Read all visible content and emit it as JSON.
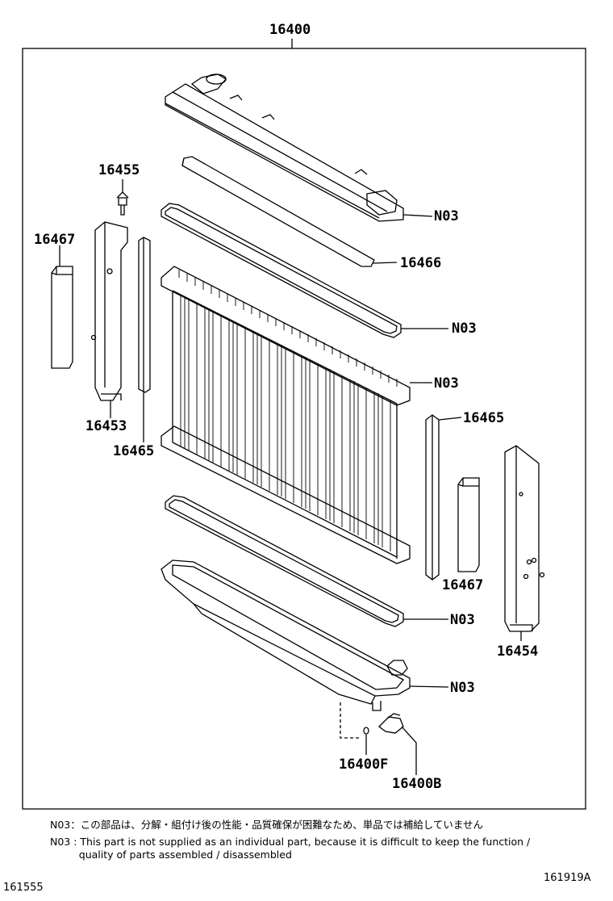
{
  "labels": {
    "assembly": "16400",
    "bolt": "16455",
    "seal_left": "16467",
    "side_left": "16453",
    "strip_left": "16465",
    "top_seal": "16466",
    "n03_a": "N03",
    "n03_b": "N03",
    "n03_c": "N03",
    "n03_d": "N03",
    "n03_e": "N03",
    "strip_right": "16465",
    "seal_right": "16467",
    "side_right": "16454",
    "oring": "16400F",
    "drain_cock": "16400B"
  },
  "notes": {
    "jp": "N03：この部品は、分解・組付け後の性能・品質確保が困難なため、単品では補給していません",
    "en_line1": "N03 : This part is not supplied as an individual part, because it is difficult to keep the function /",
    "en_line2": "         quality of parts assembled / disassembled"
  },
  "footer": {
    "left_code": "161555",
    "right_code": "161919A"
  }
}
